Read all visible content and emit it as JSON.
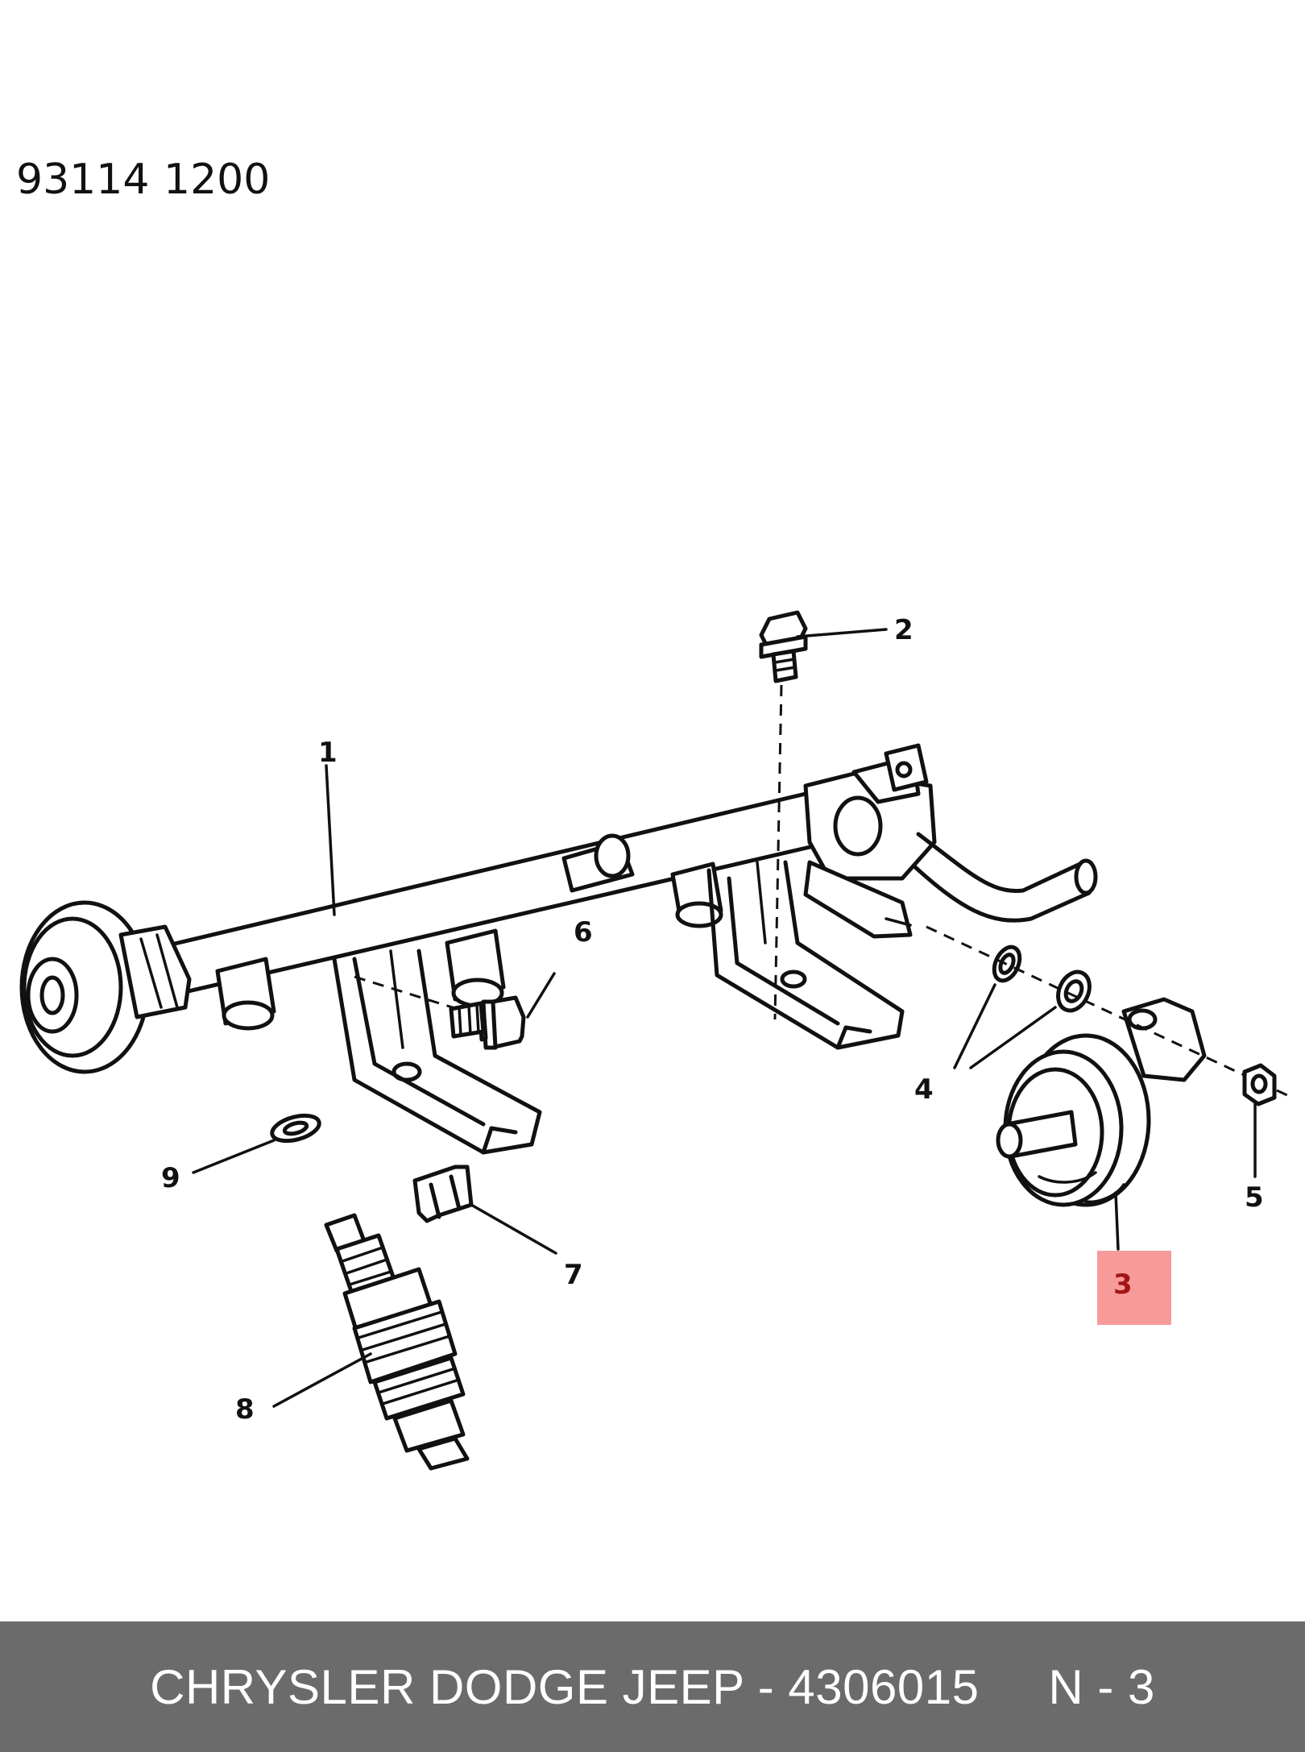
{
  "header": {
    "code_left": "93114",
    "code_right": "1200"
  },
  "callouts": [
    "1",
    "2",
    "3",
    "4",
    "5",
    "6",
    "7",
    "8",
    "9"
  ],
  "highlighted_callout": "3",
  "highlight_color": "#f79a9a",
  "footer": {
    "text": "CHRYSLER DODGE JEEP - 4306015     N - 3",
    "background": "#6b6b6b"
  }
}
